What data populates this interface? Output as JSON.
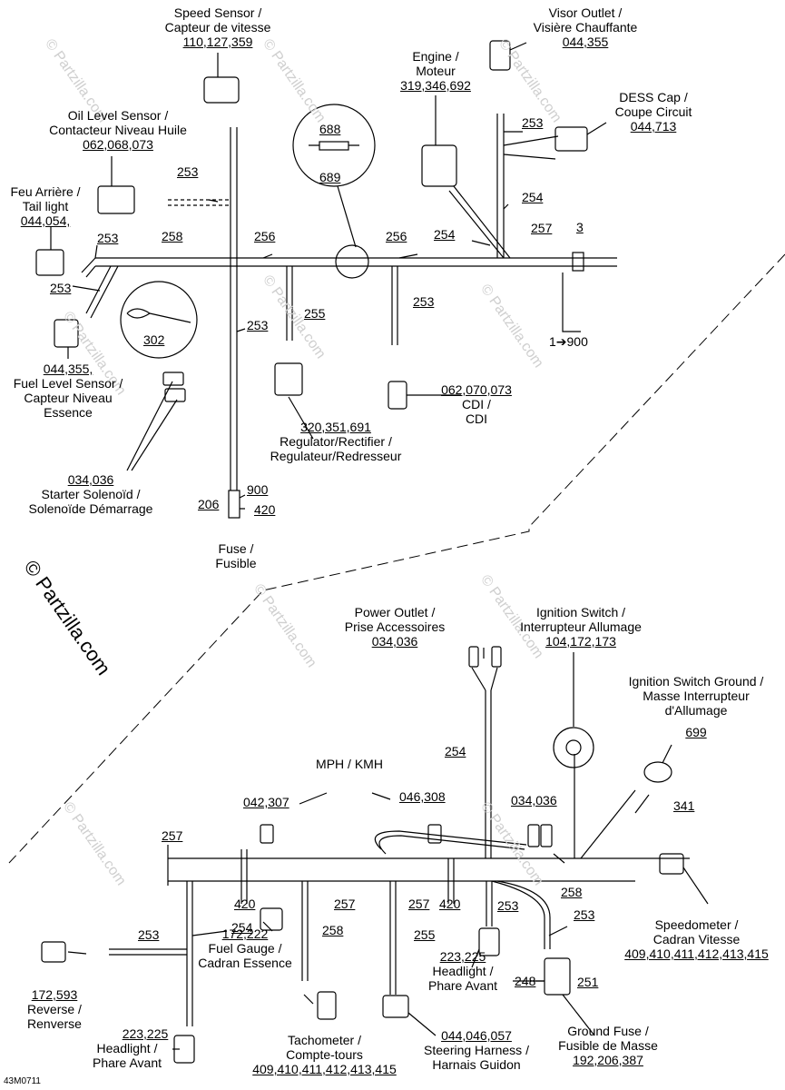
{
  "labels": {
    "speed_sensor": [
      "Speed Sensor /",
      "Capteur de vitesse",
      "110,127,359"
    ],
    "visor_outlet": [
      "Visor Outlet /",
      "Visière Chauffante",
      "044,355"
    ],
    "engine": [
      "Engine /",
      "Moteur",
      "319,346,692"
    ],
    "oil_level": [
      "Oil Level Sensor /",
      "Contacteur Niveau Huile",
      "062,068,073"
    ],
    "dess_cap": [
      "DESS Cap /",
      "Coupe Circuit",
      "044,713"
    ],
    "tail_light": [
      "Feu Arrière /",
      "Tail light",
      "044,054,"
    ],
    "fuel_level": [
      "044,355,",
      "Fuel Level Sensor /",
      "Capteur Niveau",
      "Essence"
    ],
    "regulator": [
      "320,351,691",
      "Regulator/Rectifier /",
      "Regulateur/Redresseur"
    ],
    "cdi": [
      "062,070,073",
      "CDI /",
      "CDI"
    ],
    "starter": [
      "034,036",
      "Starter Solenoïd /",
      "Solenoïde Démarrage"
    ],
    "fuse": [
      "Fuse /",
      "Fusible"
    ],
    "power_outlet": [
      "Power Outlet /",
      "Prise Accessoires",
      "034,036"
    ],
    "ignition_switch": [
      "Ignition Switch /",
      "Interrupteur Allumage",
      "104,172,173"
    ],
    "ignition_ground": [
      "Ignition Switch Ground /",
      "Masse Interrupteur",
      "d'Allumage",
      "699"
    ],
    "mph_kmh": [
      "MPH / KMH"
    ],
    "speedometer": [
      "Speedometer /",
      "Cadran Vitesse",
      "409,410,411,412,413,415"
    ],
    "reverse": [
      "172,593",
      "Reverse /",
      "Renverse"
    ],
    "headlight_left": [
      "223,225",
      "Headlight /",
      "Phare Avant"
    ],
    "fuel_gauge": [
      "172,222",
      "Fuel Gauge /",
      "Cadran Essence"
    ],
    "headlight_mid": [
      "223,225",
      "Headlight /",
      "Phare Avant"
    ],
    "tachometer": [
      "Tachometer /",
      "Compte-tours",
      "409,410,411,412,413,415"
    ],
    "steering": [
      "044,046,057",
      "Steering Harness /",
      "Harnais Guidon"
    ],
    "ground_fuse": [
      "Ground Fuse /",
      "Fusible de Masse",
      "192,206,387"
    ]
  },
  "numbers": {
    "n688": "688",
    "n689": "689",
    "n302": "302",
    "n253": "253",
    "n254": "254",
    "n255": "255",
    "n256": "256",
    "n257": "257",
    "n258": "258",
    "n3": "3",
    "n1900": "1➔900",
    "n900": "900",
    "n206": "206",
    "n420": "420",
    "n042307": "042,307",
    "n046308": "046,308",
    "n034036": "034,036",
    "n341": "341",
    "n248": "248",
    "n251": "251"
  },
  "watermark": "© Partzilla.com",
  "copyright": "© Partzilla.com",
  "diagram_code": "43M0711"
}
